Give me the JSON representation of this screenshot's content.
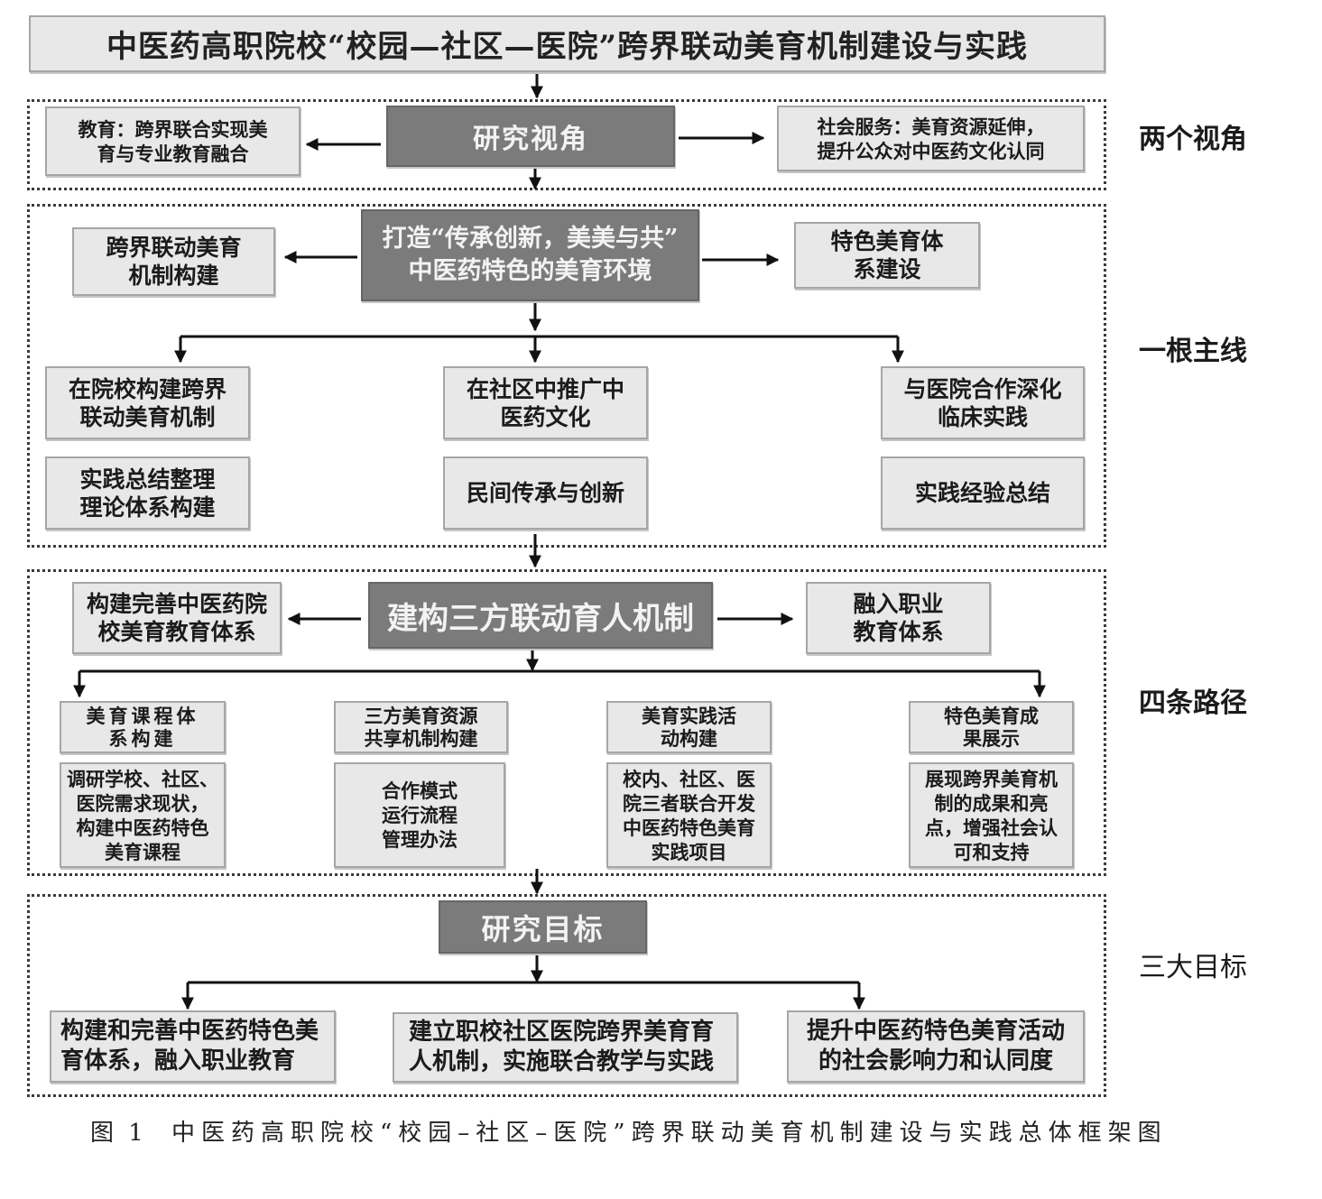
{
  "title": "中医药高职院校“校园—社区—医院”跨界联动美育机制建设与实践",
  "perspectives": {
    "label": "两个视角",
    "center": "研究视角",
    "left": "教育：跨界联合实现美\n育与专业教育融合",
    "right": "社会服务：美育资源延伸，\n提升公众对中医药文化认同"
  },
  "main_line": {
    "label": "一根主线",
    "center": "打造“传承创新，美美与共”\n中医药特色的美育环境",
    "left": "跨界联动美育\n机制构建",
    "right": "特色美育体\n系建设",
    "columns": [
      {
        "top": "在院校构建跨界\n联动美育机制",
        "bottom": "实践总结整理\n理论体系构建"
      },
      {
        "top": "在社区中推广中\n医药文化",
        "bottom": "民间传承与创新"
      },
      {
        "top": "与医院合作深化\n临床实践",
        "bottom": "实践经验总结"
      }
    ]
  },
  "paths": {
    "label": "四条路径",
    "center": "建构三方联动育人机制",
    "left": "构建完善中医药院\n校美育教育体系",
    "right": "融入职业\n教育体系",
    "columns": [
      {
        "header": "美育课程体\n系构建",
        "body": "调研学校、社区、\n医院需求现状，\n构建中医药特色\n美育课程"
      },
      {
        "header": "三方美育资源\n共享机制构建",
        "body": "合作模式\n运行流程\n管理办法"
      },
      {
        "header": "美育实践活\n动构建",
        "body": "校内、社区、医\n院三者联合开发\n中医药特色美育\n实践项目"
      },
      {
        "header": "特色美育成\n果展示",
        "body": "展现跨界美育机\n制的成果和亮\n点，增强社会认\n可和支持"
      }
    ]
  },
  "goals": {
    "label": "三大目标",
    "center": "研究目标",
    "items": [
      "构建和完善中医药特色美\n育体系，融入职业教育",
      "建立职校社区医院跨界美育育\n人机制，实施联合教学与实践",
      "提升中医药特色美育活动\n的社会影响力和认同度"
    ]
  },
  "caption": {
    "number": "图 1",
    "text": "中医药高职院校“校园–社区–医院”跨界联动美育机制建设与实践总体框架图"
  },
  "colors": {
    "light_box": "#e8e8e8",
    "dark_box": "#7b7b7b",
    "box_border": "#a6a6a6",
    "connector": "#111111"
  }
}
